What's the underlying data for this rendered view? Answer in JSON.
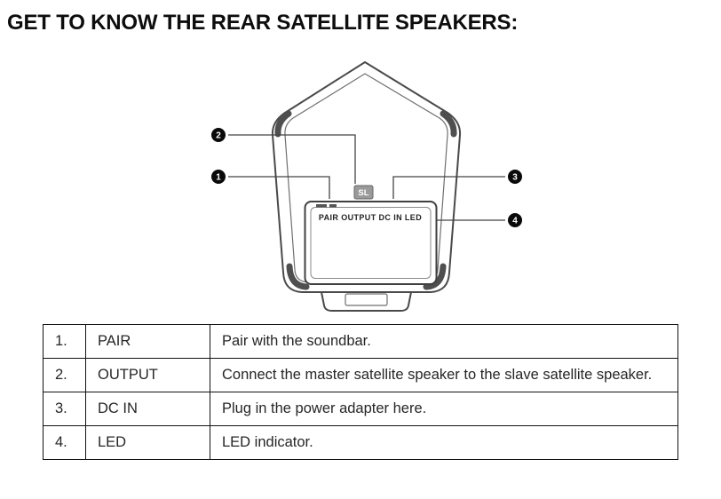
{
  "page": {
    "title": "GET TO KNOW THE REAR SATELLITE SPEAKERS:"
  },
  "diagram": {
    "sl_label": "SL",
    "panel_text": "PAIR OUTPUT DC IN  LED",
    "callouts": [
      {
        "number": "1"
      },
      {
        "number": "2"
      },
      {
        "number": "3"
      },
      {
        "number": "4"
      }
    ]
  },
  "table": {
    "rows": [
      {
        "num": "1.",
        "name": "PAIR",
        "desc": "Pair with the soundbar."
      },
      {
        "num": "2.",
        "name": "OUTPUT",
        "desc": "Connect the master satellite speaker to the slave satellite speaker."
      },
      {
        "num": "3.",
        "name": "DC IN",
        "desc": "Plug in the power adapter here."
      },
      {
        "num": "4.",
        "name": "LED",
        "desc": "LED indicator."
      }
    ]
  }
}
